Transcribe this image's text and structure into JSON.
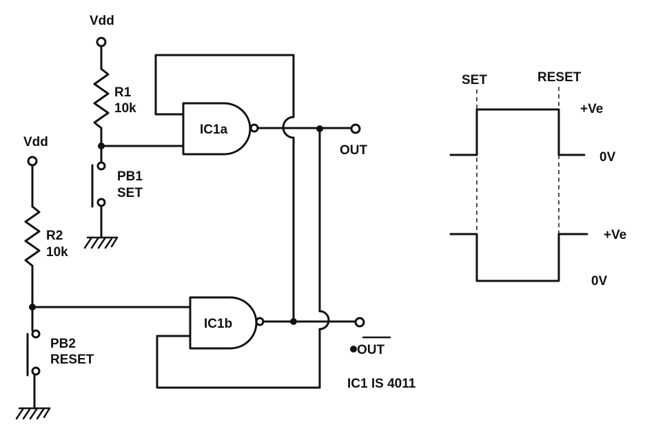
{
  "circuit": {
    "vdd_top": "Vdd",
    "vdd_left": "Vdd",
    "r1_name": "R1",
    "r1_value": "10k",
    "r2_name": "R2",
    "r2_value": "10k",
    "pb1_name": "PB1",
    "pb1_label": "SET",
    "pb2_name": "PB2",
    "pb2_label": "RESET",
    "gate_a": "IC1a",
    "gate_b": "IC1b",
    "out": "OUT",
    "out_bar": "OUT",
    "ic_note": "IC1 IS 4011"
  },
  "timing": {
    "set": "SET",
    "reset": "RESET",
    "top_high": "+Ve",
    "top_low": "0V",
    "bottom_high": "+Ve",
    "bottom_low": "0V"
  },
  "colors": {
    "ink": "#111111",
    "paper": "#ffffff"
  }
}
